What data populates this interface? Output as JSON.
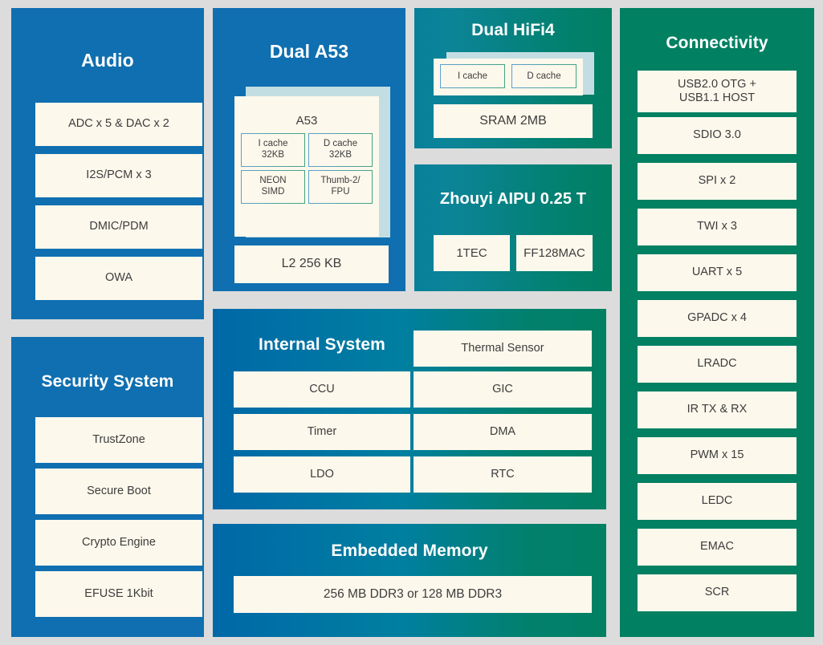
{
  "diagram": {
    "type": "soc-block-diagram",
    "colors": {
      "page_background": "#dcdcdc",
      "blue": "#0f6fb0",
      "green": "#018062",
      "teal": "#07809a",
      "cell_cream": "#fdf8ec",
      "card_back_light_blue": "#c3dee3",
      "text_dark": "#3d3d3d",
      "title_white": "#ffffff"
    }
  },
  "audio": {
    "title": "Audio",
    "items": [
      "ADC x 5 & DAC x 2",
      "I2S/PCM x 3",
      "DMIC/PDM",
      "OWA"
    ]
  },
  "security": {
    "title": "Security System",
    "items": [
      "TrustZone",
      "Secure Boot",
      "Crypto Engine",
      "EFUSE 1Kbit"
    ]
  },
  "dual_a53": {
    "title": "Dual A53",
    "core_label": "A53",
    "core_blocks": [
      "I cache\n32KB",
      "D cache\n32KB",
      "NEON\nSIMD",
      "Thumb-2/\nFPU"
    ],
    "core_blocks_flat": [
      {
        "line1": "I cache",
        "line2": "32KB"
      },
      {
        "line1": "D cache",
        "line2": "32KB"
      },
      {
        "line1": "NEON",
        "line2": "SIMD"
      },
      {
        "line1": "Thumb-2/",
        "line2": "FPU"
      }
    ],
    "l2_cache": "L2 256 KB"
  },
  "dual_hifi4": {
    "title": "Dual HiFi4",
    "caches": [
      "I cache",
      "D cache"
    ],
    "sram": "SRAM 2MB"
  },
  "aipu": {
    "title": "Zhouyi AIPU 0.25 T",
    "items": [
      "1TEC",
      "FF128MAC"
    ]
  },
  "internal_system": {
    "title": "Internal System",
    "thermal_sensor": "Thermal Sensor",
    "left_column": [
      "CCU",
      "Timer",
      "LDO"
    ],
    "right_column": [
      "GIC",
      "DMA",
      "RTC"
    ]
  },
  "embedded_memory": {
    "title": "Embedded Memory",
    "spec": "256 MB DDR3 or 128 MB DDR3"
  },
  "connectivity": {
    "title": "Connectivity",
    "items": [
      "USB2.0 OTG +\nUSB1.1 HOST",
      "SDIO 3.0",
      "SPI x 2",
      "TWI x 3",
      "UART x 5",
      "GPADC  x 4",
      "LRADC",
      "IR TX & RX",
      "PWM x 15",
      "LEDC",
      "EMAC",
      "SCR"
    ],
    "usb_line1": "USB2.0 OTG +",
    "usb_line2": "USB1.1 HOST"
  }
}
